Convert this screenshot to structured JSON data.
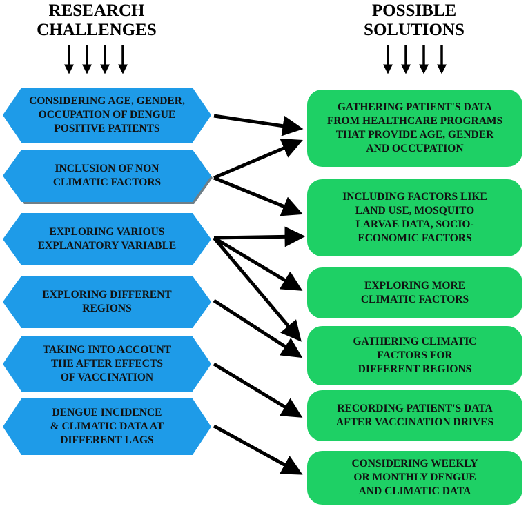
{
  "headings": {
    "challenges": [
      "RESEARCH",
      "CHALLENGES"
    ],
    "solutions": [
      "POSSIBLE",
      "SOLUTIONS"
    ]
  },
  "challenges": [
    {
      "lines": [
        "CONSIDERING AGE, GENDER,",
        "OCCUPATION OF DENGUE",
        "POSITIVE PATIENTS"
      ]
    },
    {
      "lines": [
        "INCLUSION OF NON",
        "CLIMATIC FACTORS"
      ]
    },
    {
      "lines": [
        "EXPLORING VARIOUS",
        "EXPLANATORY VARIABLE"
      ]
    },
    {
      "lines": [
        "EXPLORING DIFFERENT",
        "REGIONS"
      ]
    },
    {
      "lines": [
        "TAKING INTO ACCOUNT",
        "THE AFTER EFFECTS",
        "OF VACCINATION"
      ]
    },
    {
      "lines": [
        "DENGUE INCIDENCE",
        "& CLIMATIC DATA  AT",
        "DIFFERENT LAGS"
      ]
    }
  ],
  "solutions": [
    {
      "lines": [
        "GATHERING PATIENT'S DATA",
        "FROM HEALTHCARE PROGRAMS",
        "THAT PROVIDE AGE, GENDER",
        "AND OCCUPATION"
      ]
    },
    {
      "lines": [
        "INCLUDING FACTORS LIKE",
        "LAND USE, MOSQUITO",
        "LARVAE DATA,  SOCIO-",
        "ECONOMIC FACTORS"
      ]
    },
    {
      "lines": [
        "EXPLORING MORE",
        "CLIMATIC FACTORS"
      ]
    },
    {
      "lines": [
        "GATHERING CLIMATIC",
        "FACTORS FOR",
        "DIFFERENT REGIONS"
      ]
    },
    {
      "lines": [
        "RECORDING PATIENT'S DATA",
        "AFTER VACCINATION DRIVES"
      ]
    },
    {
      "lines": [
        "CONSIDERING WEEKLY",
        "OR MONTHLY DENGUE",
        "AND CLIMATIC DATA"
      ]
    }
  ],
  "colors": {
    "challenge_fill": "#1e9be8",
    "solution_fill": "#1ed065",
    "arrow": "#000000"
  }
}
